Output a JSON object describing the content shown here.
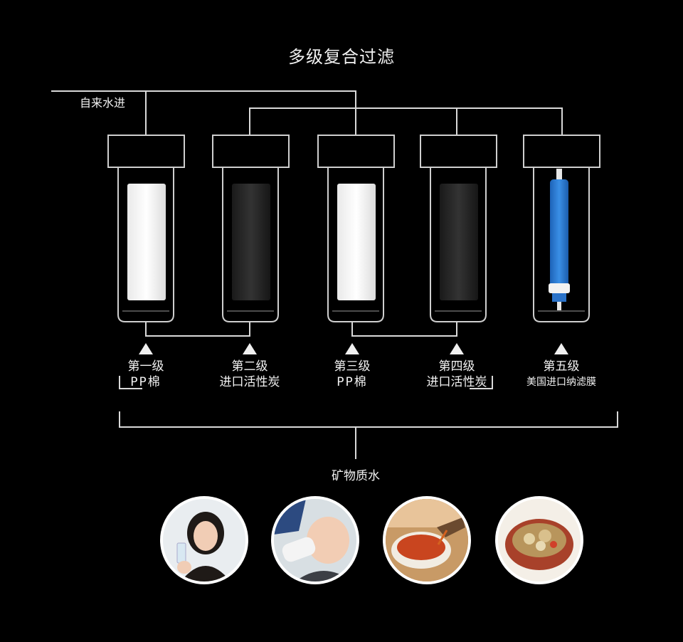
{
  "title": "多级复合过滤",
  "inlet_label": "自来水进",
  "output_label": "矿物质水",
  "stages": [
    {
      "stage": "第一级",
      "name": "PP棉",
      "cartridge": "white-pp-cotton"
    },
    {
      "stage": "第二级",
      "name": "进口活性炭",
      "cartridge": "dark-activated-carbon"
    },
    {
      "stage": "第三级",
      "name": "PP棉",
      "cartridge": "white-pp-cotton"
    },
    {
      "stage": "第四级",
      "name": "进口活性炭",
      "cartridge": "dark-activated-carbon"
    },
    {
      "stage": "第五级",
      "name": "美国进口纳滤膜",
      "cartridge": "blue-nanofiltration-membrane"
    }
  ],
  "photos": [
    {
      "name": "woman-drinking-water-photo"
    },
    {
      "name": "baby-bottle-photo"
    },
    {
      "name": "tea-photo"
    },
    {
      "name": "soup-pot-photo"
    }
  ],
  "colors": {
    "background": "#000000",
    "line": "#d9d9d9",
    "membrane": "#2f7fd6"
  }
}
